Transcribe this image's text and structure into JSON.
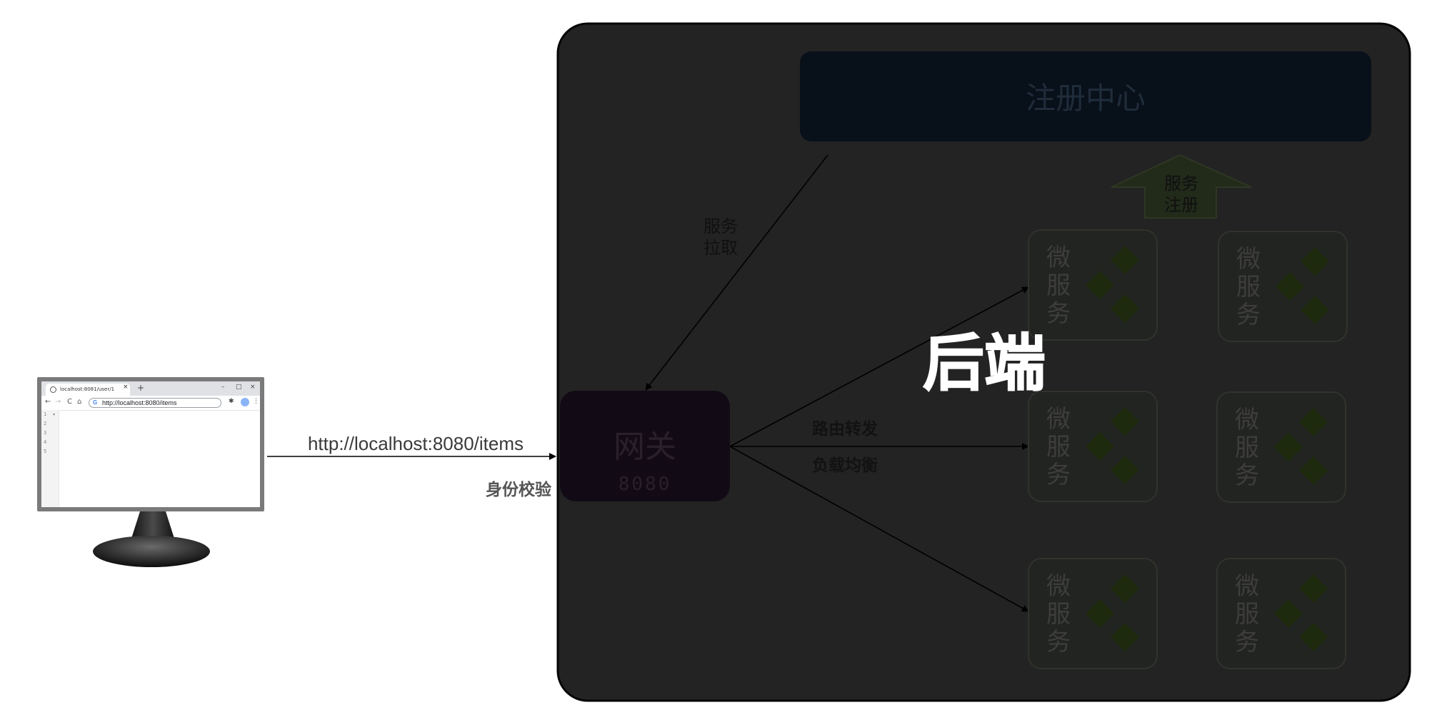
{
  "colors": {
    "backend_bg": "#232323",
    "backend_border": "#050505",
    "registry_bg": "#08101a",
    "registry_text": "#1f2c3a",
    "gateway_bg": "#120b16",
    "gateway_text": "#2a1f2c",
    "service_bg": "#222421",
    "service_border": "#30332d",
    "service_text": "#3d3d3d",
    "diamond": "#1e2a0d",
    "up_arrow": "#222a1a",
    "dim_label": "#2e2e2e",
    "request_text": "#3a3a3a",
    "auth_text": "#555555"
  },
  "browser": {
    "tab_title": "localhost:8081/user/1",
    "tab_close": "×",
    "new_tab": "+",
    "win_min": "–",
    "win_max": "□",
    "win_close": "×",
    "back": "←",
    "forward": "→",
    "reload": "C",
    "home": "⌂",
    "g_icon": "G",
    "url": "http://localhost:8080/items",
    "ext_icon": "✱",
    "menu": "⋮",
    "lines": [
      "1",
      "2",
      "3",
      "4",
      "5"
    ]
  },
  "request": {
    "url_label": "http://localhost:8080/items",
    "auth_label": "身份校验"
  },
  "backend": {
    "title": "后端",
    "registry_label": "注册中心",
    "register_line1": "服务",
    "register_line2": "注册",
    "pull_line1": "服务",
    "pull_line2": "拉取",
    "gateway_name": "网关",
    "gateway_port": "8080",
    "routing_label": "路由转发",
    "lb_label": "负载均衡"
  },
  "services": [
    {
      "l1": "微",
      "l2": "服",
      "l3": "务"
    },
    {
      "l1": "微",
      "l2": "服",
      "l3": "务"
    },
    {
      "l1": "微",
      "l2": "服",
      "l3": "务"
    },
    {
      "l1": "微",
      "l2": "服",
      "l3": "务"
    },
    {
      "l1": "微",
      "l2": "服",
      "l3": "务"
    },
    {
      "l1": "微",
      "l2": "服",
      "l3": "务"
    }
  ]
}
